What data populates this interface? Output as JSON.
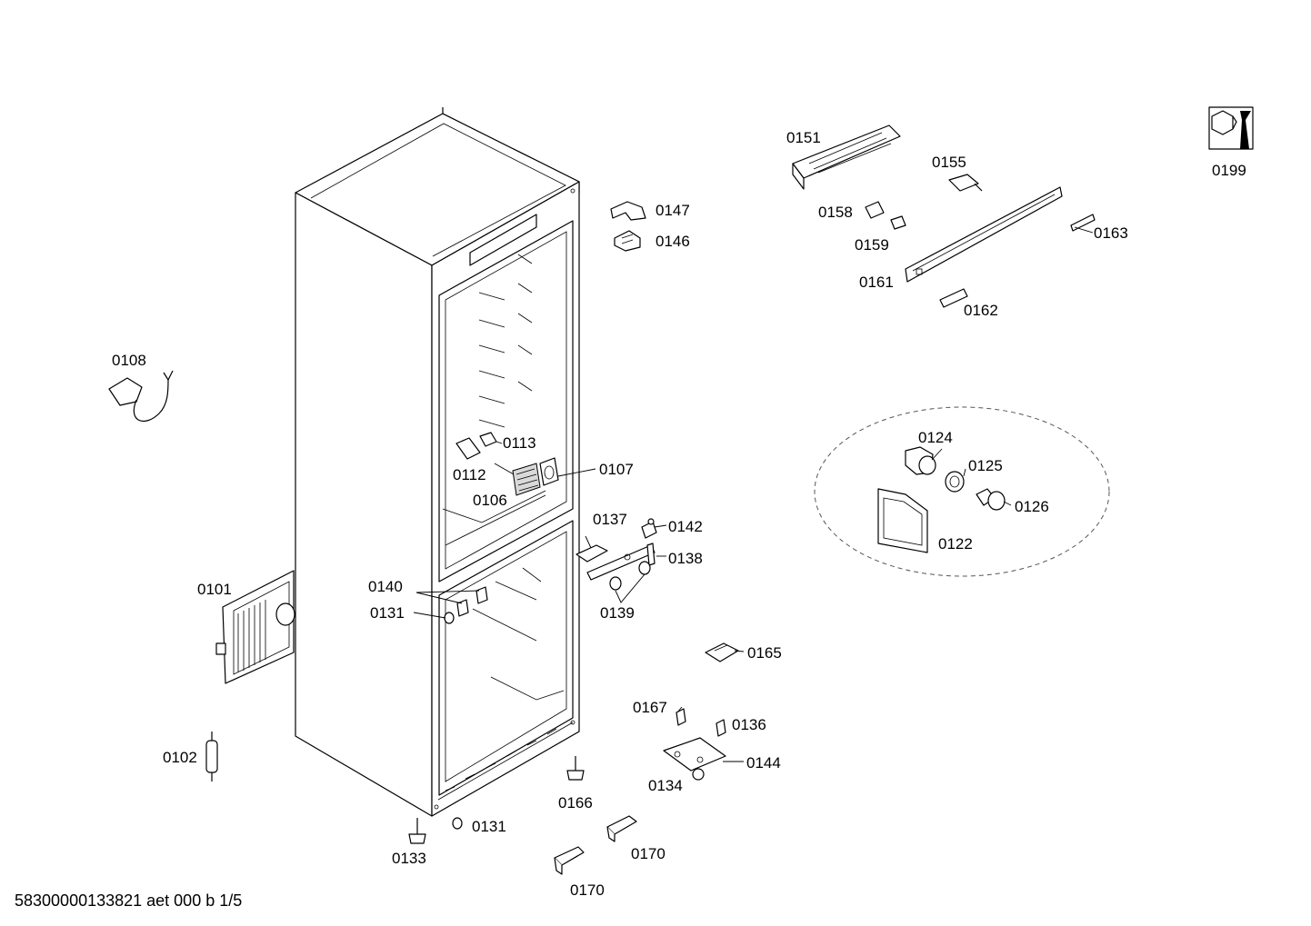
{
  "diagram": {
    "labels": {
      "p0101": "0101",
      "p0102": "0102",
      "p0106": "0106",
      "p0107": "0107",
      "p0108": "0108",
      "p0112": "0112",
      "p0113": "0113",
      "p0122": "0122",
      "p0124": "0124",
      "p0125": "0125",
      "p0126": "0126",
      "p0131a": "0131",
      "p0131b": "0131",
      "p0133": "0133",
      "p0134": "0134",
      "p0136": "0136",
      "p0137": "0137",
      "p0138": "0138",
      "p0139": "0139",
      "p0140": "0140",
      "p0142": "0142",
      "p0144": "0144",
      "p0146": "0146",
      "p0147": "0147",
      "p0151": "0151",
      "p0155": "0155",
      "p0158": "0158",
      "p0159": "0159",
      "p0161": "0161",
      "p0162": "0162",
      "p0163": "0163",
      "p0165": "0165",
      "p0166": "0166",
      "p0167": "0167",
      "p0170a": "0170",
      "p0170b": "0170",
      "p0199": "0199"
    }
  },
  "footer": {
    "drawing_id": "58300000133821 aet 000 b 1/5"
  }
}
